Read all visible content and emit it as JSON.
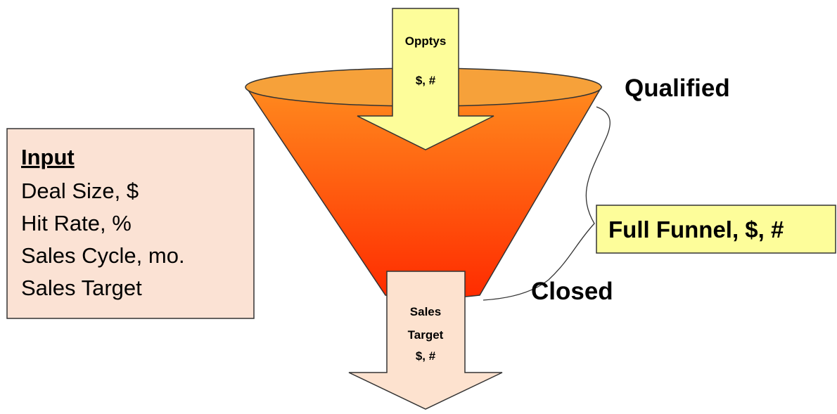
{
  "colors": {
    "funnel_top": "#ff8a1e",
    "funnel_bottom": "#ff2b00",
    "funnel_rim": "#f6a13a",
    "opptys_arrow_fill": "#fdfd9a",
    "target_arrow_fill": "#fde2cf",
    "input_box_fill": "#fbe2d4",
    "full_funnel_box_fill": "#fdfd9a",
    "outline": "#333333",
    "text": "#000000"
  },
  "opptys_arrow": {
    "line1": "Opptys",
    "line2": "$, #"
  },
  "labels": {
    "qualified": "Qualified",
    "closed": "Closed"
  },
  "input_box": {
    "title": "Input",
    "items": [
      "Deal Size, $",
      "Hit Rate, %",
      "Sales Cycle, mo.",
      "Sales Target"
    ]
  },
  "full_funnel_box": {
    "label": "Full Funnel, $, #"
  },
  "sales_target_arrow": {
    "line1": "Sales",
    "line2": "Target",
    "line3": "$, #"
  }
}
